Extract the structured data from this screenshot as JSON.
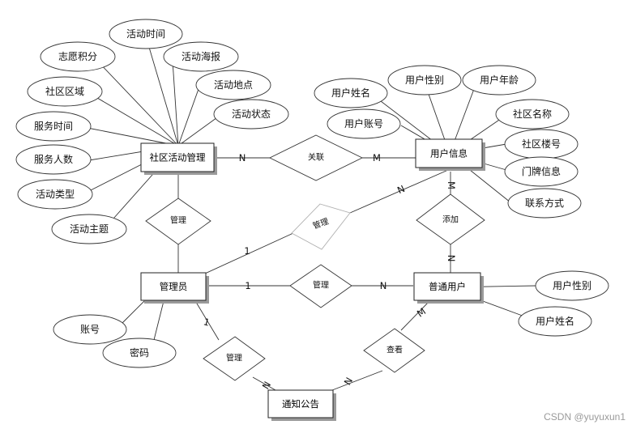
{
  "entities": {
    "activity": "社区活动管理",
    "userinfo": "用户信息",
    "admin": "管理员",
    "normal_user": "普通用户",
    "notice": "通知公告"
  },
  "attributes": {
    "activity": [
      "活动时间",
      "活动海报",
      "活动地点",
      "活动状态",
      "志愿积分",
      "社区区域",
      "服务时间",
      "服务人数",
      "活动类型",
      "活动主题"
    ],
    "userinfo": [
      "用户性别",
      "用户年龄",
      "用户姓名",
      "社区名称",
      "用户账号",
      "社区楼号",
      "门牌信息",
      "联系方式"
    ],
    "admin": [
      "账号",
      "密码"
    ],
    "normal_user": [
      "用户性别",
      "用户姓名"
    ]
  },
  "relationships": {
    "guanlian": "关联",
    "admin_activity": "管理",
    "admin_userinfo": "管理",
    "admin_user": "管理",
    "tianjia": "添加",
    "admin_notice": "管理",
    "chakan": "查看"
  },
  "cardinalities": {
    "activity_guanlian": "N",
    "userinfo_guanlian": "M",
    "userinfo_admin": "N",
    "admin_userinfo": "1",
    "userinfo_tianjia": "M",
    "user_tianjia": "N",
    "admin_user_admin": "1",
    "admin_user_user": "N",
    "admin_notice_admin": "1",
    "admin_notice_notice": "N",
    "user_notice_notice": "N",
    "user_notice_user": "M"
  },
  "watermark": "CSDN @yuyuxun1"
}
